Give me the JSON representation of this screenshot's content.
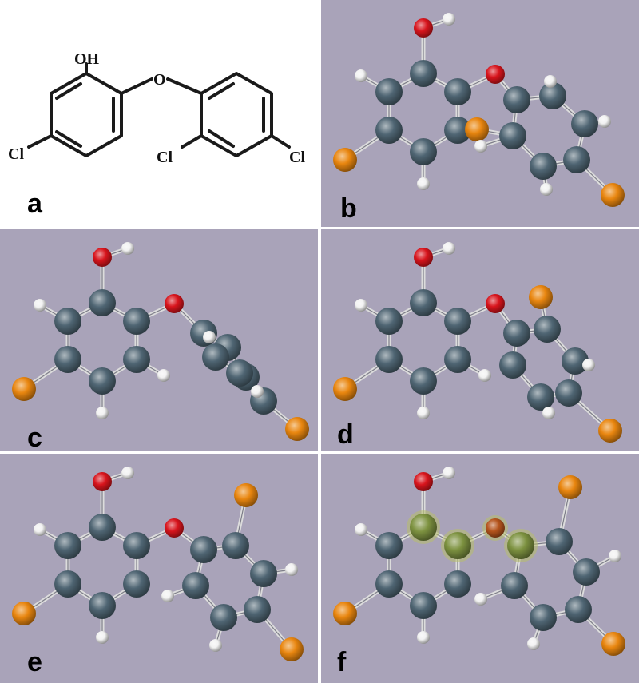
{
  "figure": {
    "panels": [
      {
        "letter": "a",
        "kind": "skeletal-structure"
      },
      {
        "letter": "b",
        "kind": "3d-ball-and-stick"
      },
      {
        "letter": "c",
        "kind": "3d-ball-and-stick"
      },
      {
        "letter": "d",
        "kind": "3d-ball-and-stick"
      },
      {
        "letter": "e",
        "kind": "3d-ball-and-stick"
      },
      {
        "letter": "f",
        "kind": "3d-ball-and-stick"
      }
    ],
    "structure_labels": {
      "oh": "OH",
      "o": "O",
      "cl": "Cl"
    },
    "colors": {
      "panel_background": "#a9a3b9",
      "carbon": "#4f6573",
      "oxygen": "#d8141c",
      "chlorine": "#e9860f",
      "hydrogen": "#f2f2f2",
      "highlight": "#7d9240",
      "bond": "#dcdcdc"
    }
  }
}
